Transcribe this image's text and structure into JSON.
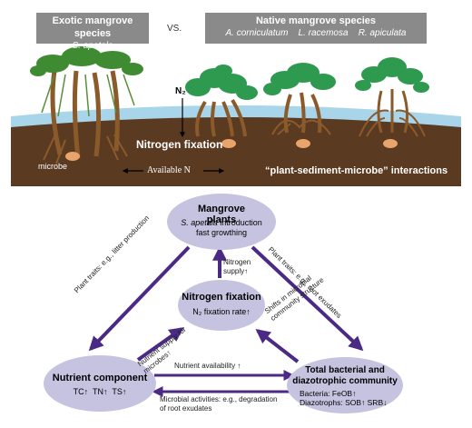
{
  "header": {
    "exotic": {
      "title": "Exotic mangrove species",
      "species": "S. apetala"
    },
    "vs": "VS.",
    "native": {
      "title": "Native mangrove species",
      "species": [
        "A. corniculatum",
        "L. racemosa",
        "R. apiculata"
      ]
    }
  },
  "scene": {
    "n2": "N₂",
    "nitrogen_fixation": "Nitrogen fixation",
    "microbe": "microbe",
    "available_n": "Available N",
    "interactions": "“plant-sediment-microbe” interactions"
  },
  "nodes": {
    "plants": {
      "title": "Mangrove plants",
      "line1_species": "S. apetala",
      "line1_rest": " introduction",
      "line2": "fast growthing"
    },
    "fixation": {
      "title": "Nitrogen fixation",
      "sub": "N₂ fixation rate↑"
    },
    "nutrient": {
      "title": "Nutrient component",
      "sub": "TC↑  TN↑  TS↑"
    },
    "community": {
      "title1": "Total bacterial and",
      "title2": "diazotrophic community",
      "sub1": "Bacteria: FeOB↑",
      "sub2": "Diazotrophs: SOB↑  SRB↓"
    }
  },
  "edges": {
    "supply_1": "Nitrogen",
    "supply_2": "supply↑",
    "litter": "Plant traits: e.g., litter production",
    "roots": "Plant traits: e.g., root exudates",
    "microbes_1": "Nutrient supply for",
    "microbes_2": "microbes↑",
    "shifts_1": "Shifts in microbial",
    "shifts_2": "community structure",
    "availability": "Nutrient availability ↑",
    "activities_1": "Microbial activities: e.g., degradation",
    "activities_2": "of root exudates"
  },
  "colors": {
    "header_bg": "#8a8a8a",
    "water": "#a9d5ea",
    "sediment": "#5b3a22",
    "trunk": "#8b5a2b",
    "leaf": "#2e9a4f",
    "node": "#c6c3e1",
    "arrow": "#4b2a86"
  }
}
